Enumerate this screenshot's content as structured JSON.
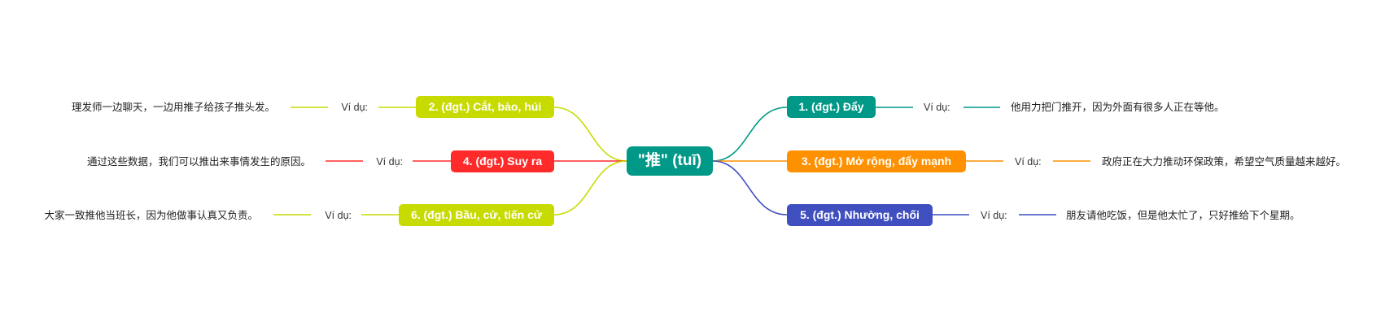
{
  "root": {
    "label": "\"推\" (tuī)",
    "color": "#009887"
  },
  "example_label": "Ví dụ:",
  "branches": [
    {
      "label": "1. (đgt.) Đẩy",
      "color": "#009887",
      "example": "他用力把门推开，因为外面有很多人正在等他。"
    },
    {
      "label": "2. (đgt.) Cắt, bào, húi",
      "color": "#C7DB00",
      "example": "理发师一边聊天，一边用推子给孩子推头发。"
    },
    {
      "label": "3. (đgt.) Mở rộng, đẩy mạnh",
      "color": "#FF9100",
      "example": "政府正在大力推动环保政策，希望空气质量越来越好。"
    },
    {
      "label": "4. (đgt.) Suy ra",
      "color": "#FF2A2A",
      "example": "通过这些数据，我们可以推出来事情发生的原因。"
    },
    {
      "label": "5. (đgt.) Nhường, chối",
      "color": "#3F4FBF",
      "example": "朋友请他吃饭，但是他太忙了，只好推给下个星期。"
    },
    {
      "label": "6. (đgt.) Bầu, cử, tiến cử",
      "color": "#C7DB00",
      "example": "大家一致推他当班长，因为他做事认真又负责。"
    }
  ]
}
